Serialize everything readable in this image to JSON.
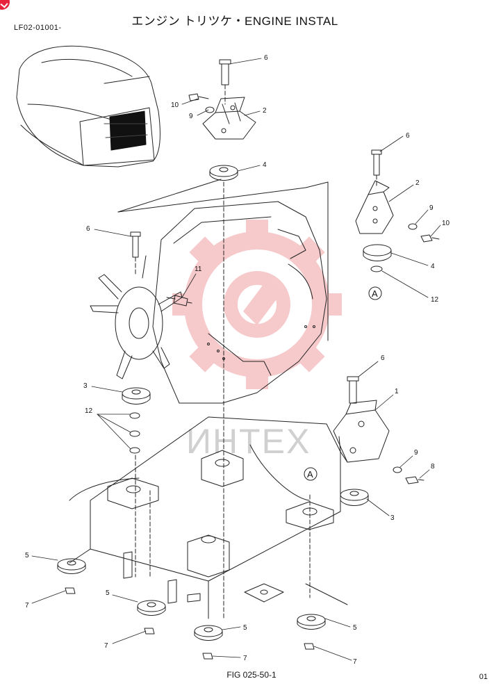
{
  "header": {
    "title": "エンジン トリツケ・ENGINE INSTAL",
    "doc_code": "LF02-01001-"
  },
  "footer": {
    "figure_caption": "FIG 025-50-1",
    "page_number": "01"
  },
  "watermark": {
    "text": "ИНТЕХ",
    "color": "#f6c9cb"
  },
  "colors": {
    "line": "#222222",
    "badge": "#e8243c",
    "fill_dark": "#111111"
  },
  "callouts": {
    "c6_top": "6",
    "c10_top": "10",
    "c9_top": "9",
    "c2_top": "2",
    "c4_top": "4",
    "c6_right": "6",
    "c2_right": "2",
    "c9_right": "9",
    "c10_right": "10",
    "c4_right": "4",
    "c12_right": "12",
    "c6_left": "6",
    "c11": "11",
    "c3_left": "3",
    "c12_left": "12",
    "c6_lower": "6",
    "c1": "1",
    "c9_lower": "9",
    "c8": "8",
    "c3_right": "3",
    "c5_a": "5",
    "c7_a": "7",
    "c5_b": "5",
    "c7_b": "7",
    "c5_c": "5",
    "c7_c": "7",
    "c5_d": "5",
    "c7_d": "7"
  },
  "reference_tags": {
    "tag_upper": "A",
    "tag_lower": "A"
  }
}
